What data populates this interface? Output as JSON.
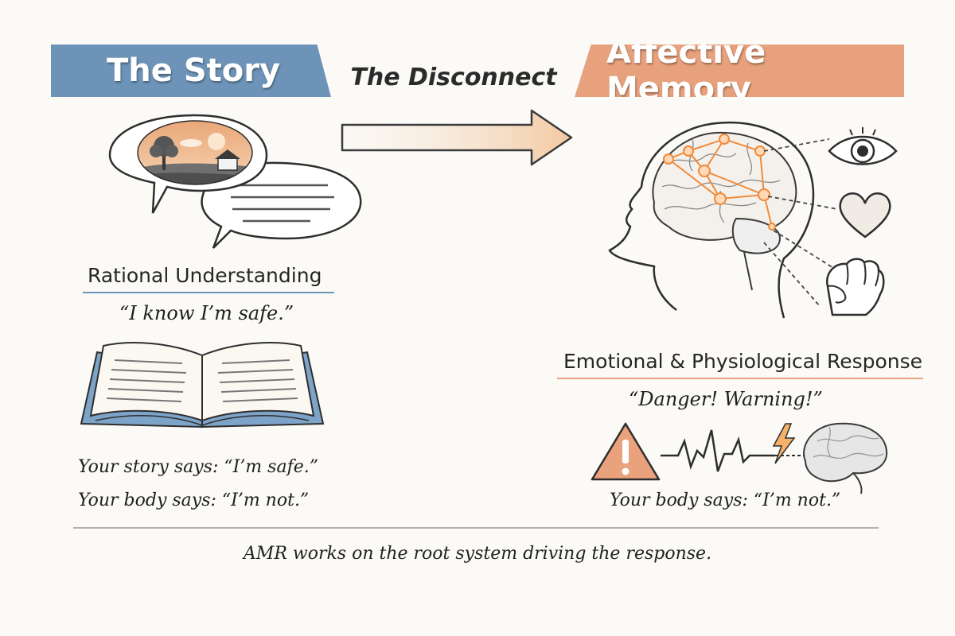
{
  "left": {
    "banner": "The Story",
    "heading": "Rational Understanding",
    "quote": "“I know I’m safe.”",
    "line1": "Your story says: “I’m safe.”",
    "line2": "Your body says: “I’m not.”"
  },
  "middle": {
    "label": "The Disconnect"
  },
  "right": {
    "banner": "Affective Memory",
    "heading": "Emotional & Physiological Response",
    "quote": "“Danger! Warning!”",
    "line1": "Your body says: “I’m not.”"
  },
  "footer": "AMR works on the root system driving the response.",
  "colors": {
    "story_blue": "#6d93b8",
    "affect_orange": "#e7a17c",
    "glow": "#f08a3a"
  },
  "icons": [
    "speech-bubbles-icon",
    "open-book-icon",
    "arrow-right-icon",
    "brain-head-icon",
    "eye-icon",
    "heart-icon",
    "fist-icon",
    "warning-icon",
    "heartbeat-icon",
    "lightning-icon",
    "brain-icon"
  ]
}
